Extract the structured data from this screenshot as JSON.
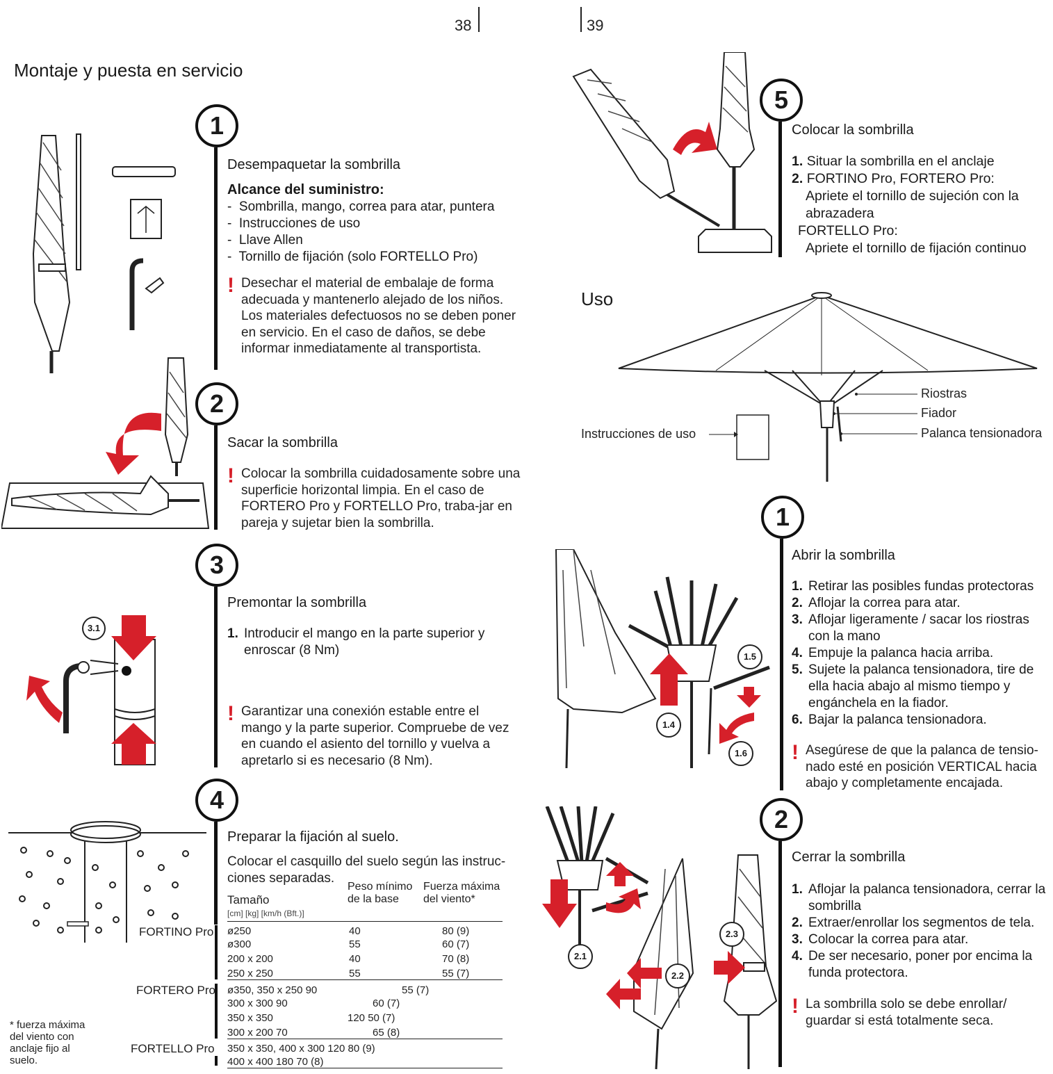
{
  "pages": {
    "left": "38",
    "right": "39"
  },
  "left": {
    "title": "Montaje y puesta en servicio",
    "step1": {
      "num": "1",
      "heading": "Desempaquetar la sombrilla",
      "scope_title": "Alcance del suministro:",
      "items": [
        "Sombrilla, mango, correa para atar, puntera",
        "Instrucciones de uso",
        "Llave Allen",
        "Tornillo de fijación (solo FORTELLO Pro)"
      ],
      "warning": "Desechar el material de embalaje de forma adecuada y mantenerlo alejado de los niños. Los materiales defectuosos no se deben poner en servicio. En el caso de daños, se debe informar inmediatamente al transportista."
    },
    "step2": {
      "num": "2",
      "heading": "Sacar la sombrilla",
      "warning": "Colocar la sombrilla cuidadosamente sobre una superficie horizontal limpia. En el caso de FORTERO Pro y FORTELLO Pro, traba-jar en pareja y sujetar bien la sombrilla."
    },
    "step3": {
      "num": "3",
      "heading": "Premontar la sombrilla",
      "items": [
        {
          "n": "1.",
          "t": "Introducir el mango en la parte superior y enroscar (8 Nm)"
        }
      ],
      "warning": "Garantizar una conexión estable entre el mango y la parte superior. Compruebe de vez en cuando el asiento del tornillo y vuelva a apretarlo si es necesario (8 Nm).",
      "callout": "3.1"
    },
    "step4": {
      "num": "4",
      "heading": "Preparar la fijación al suelo.",
      "text": "Colocar el casquillo del suelo según las instruc-ciones separadas.",
      "table": {
        "col_size": "Tamaño",
        "col_weight": "Peso mínimo de la base",
        "col_wind": "Fuerza máxima del viento*",
        "units": "[cm] [kg] [km/h (Bft.)]",
        "groups": [
          {
            "name": "FORTINO Pro",
            "rows": [
              {
                "size": "ø250",
                "weight": "40",
                "wind": "80 (9)"
              },
              {
                "size": "ø300",
                "weight": "55",
                "wind": "60 (7)"
              },
              {
                "size": "200 x 200",
                "weight": "40",
                "wind": "70 (8)"
              },
              {
                "size": "250 x 250",
                "weight": "55",
                "wind": "55 (7)"
              }
            ]
          },
          {
            "name": "FORTERO Pro",
            "rows": [
              {
                "size": "ø350, 350 x 250 90",
                "weight": "",
                "wind": "55 (7)"
              },
              {
                "size": "300 x 300 90",
                "weight": "",
                "wind": "60 (7)"
              },
              {
                "size": "350 x 350",
                "weight": "120 50 (7)",
                "wind": ""
              },
              {
                "size": "300 x 200 70",
                "weight": "",
                "wind": "65 (8)"
              }
            ]
          },
          {
            "name": "FORTELLO Pro",
            "rows": [
              {
                "size": "350 x 350, 400 x 300 120 80 (9)",
                "weight": "",
                "wind": ""
              },
              {
                "size": "400 x 400 180 70 (8)",
                "weight": "",
                "wind": ""
              }
            ]
          }
        ]
      },
      "footnote": "* fuerza máxima del viento con anclaje fijo al suelo."
    }
  },
  "right": {
    "step5": {
      "num": "5",
      "heading": "Colocar la sombrilla",
      "l1n": "1.",
      "l1": "Situar la sombrilla en el anclaje",
      "l2n": "2.",
      "l2": "FORTINO Pro, FORTERO Pro:",
      "l2a": "Apriete el tornillo de sujeción con la abrazadera",
      "l2b": "FORTELLO Pro:",
      "l2c": "Apriete el tornillo de fijación continuo"
    },
    "uso": {
      "title": "Uso",
      "label_riostras": "Riostras",
      "label_fiador": "Fiador",
      "label_palanca": "Palanca tensionadora",
      "label_instr": "Instrucciones de uso"
    },
    "open": {
      "num": "1",
      "heading": "Abrir la sombrilla",
      "items": [
        {
          "n": "1.",
          "t": "Retirar las posibles fundas protectoras"
        },
        {
          "n": "2.",
          "t": "Aflojar la correa para atar."
        },
        {
          "n": "3.",
          "t": "Aflojar ligeramente / sacar los riostras con la mano"
        },
        {
          "n": "4.",
          "t": "Empuje la palanca hacia arriba."
        },
        {
          "n": "5.",
          "t": "Sujete la palanca tensionadora, tire de ella hacia abajo al mismo tiempo y engánchela en la fiador."
        },
        {
          "n": "6.",
          "t": "Bajar la palanca tensionadora."
        }
      ],
      "warning": "Asegúrese de que la palanca de tensio-nado esté en posición VERTICAL hacia abajo y completamente encajada.",
      "callouts": {
        "a": "1.5",
        "b": "1.4",
        "c": "1.6"
      }
    },
    "close": {
      "num": "2",
      "heading": "Cerrar la sombrilla",
      "items": [
        {
          "n": "1.",
          "t": "Aflojar la palanca tensionadora, cerrar la sombrilla"
        },
        {
          "n": "2.",
          "t": "Extraer/enrollar los segmentos de tela."
        },
        {
          "n": "3.",
          "t": "Colocar la correa para atar."
        },
        {
          "n": "4.",
          "t": "De ser necesario, poner por encima la funda protectora."
        }
      ],
      "warning": "La sombrilla solo se debe enrollar/ guardar si está totalmente seca.",
      "callouts": {
        "a": "2.1",
        "b": "2.2",
        "c": "2.3"
      }
    }
  }
}
